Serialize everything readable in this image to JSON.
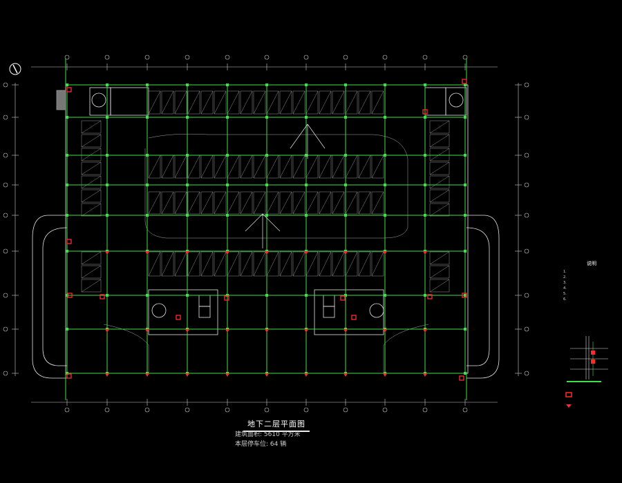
{
  "drawing": {
    "title": "地下二层平面图",
    "area_line": "建筑面积: 5610   平方米",
    "capacity_line": "本层停车位: 64 辆",
    "notes": {
      "title": "说明",
      "items": [
        "1.",
        "2.",
        "3.",
        "4.",
        "5.",
        "6."
      ]
    },
    "legend": [
      {
        "symbol": "red-square",
        "text": ""
      },
      {
        "symbol": "red-arrow",
        "text": ""
      }
    ],
    "colors": {
      "grid": "#3ee04a",
      "wall": "#e8e8e8",
      "fixture": "#ff2a2a",
      "dimension": "#cfcfcf",
      "background": "#000000"
    }
  }
}
